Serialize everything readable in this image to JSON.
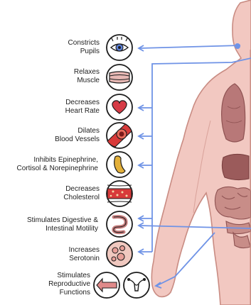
{
  "effects": [
    {
      "id": "pupils",
      "icon": "eye-icon",
      "lines": [
        "Constricts",
        "Pupils"
      ]
    },
    {
      "id": "muscle",
      "icon": "muscle-icon",
      "lines": [
        "Relaxes",
        "Muscle"
      ]
    },
    {
      "id": "heart",
      "icon": "heart-icon",
      "lines": [
        "Decreases",
        "Heart Rate"
      ]
    },
    {
      "id": "vessels",
      "icon": "blood-vessel-icon",
      "lines": [
        "Dilates",
        "Blood Vessels"
      ]
    },
    {
      "id": "epinephrine",
      "icon": "adrenal-gland-icon",
      "lines": [
        "Inhibits Epinephrine,",
        "Cortisol & Norepinephrine"
      ]
    },
    {
      "id": "cholesterol",
      "icon": "artery-plaque-icon",
      "lines": [
        "Decreases",
        "Cholesterol"
      ]
    },
    {
      "id": "digestive",
      "icon": "intestine-icon",
      "lines": [
        "Stimulates Digestive &",
        "Intestinal Motility"
      ]
    },
    {
      "id": "serotonin",
      "icon": "serotonin-cell-icon",
      "lines": [
        "Increases",
        "Serotonin"
      ]
    },
    {
      "id": "reproductive",
      "icon": "uterus-icon",
      "lines": [
        "Stimulates",
        "Reproductive",
        "Functions"
      ]
    }
  ],
  "colors": {
    "connector": "#6f93e6",
    "body_fill": "#f2c8c1",
    "body_stroke": "#c98c83",
    "organ_fill": "#b87878",
    "organ_stroke": "#8e5252",
    "icon_stroke": "#1c1c1c",
    "heart_red": "#d63b46",
    "vessel_red": "#d83a3a"
  }
}
